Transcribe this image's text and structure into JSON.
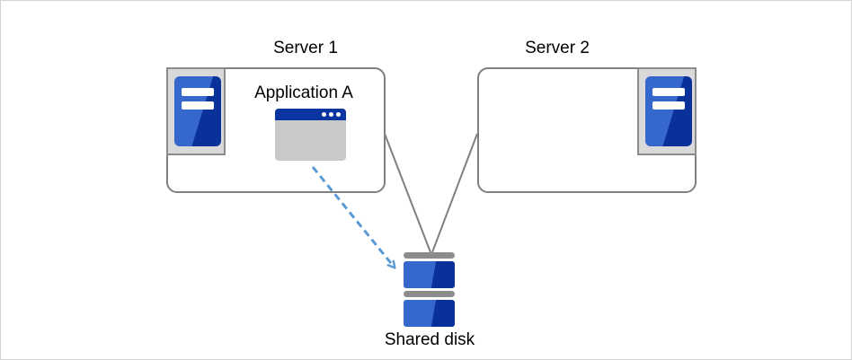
{
  "diagram": {
    "server1_label": "Server 1",
    "server2_label": "Server 2",
    "application_label": "Application A",
    "shared_disk_label": "Shared disk"
  },
  "colors": {
    "accent_blue_light": "#3667cc",
    "accent_blue_dark": "#0a3199",
    "titlebar_navy": "#0a35a0",
    "window_body_gray": "#c9c9c9",
    "icon_frame_gray": "#d9d9d9",
    "icon_frame_border_gray": "#8a8a8a",
    "box_border_gray": "#7f7f7f",
    "connector_gray": "#7f7f7f",
    "dashed_arrow_blue": "#5b9bd5",
    "disk_bar_gray": "#8c8c8c",
    "page_border_gray": "#d3d3d3"
  }
}
